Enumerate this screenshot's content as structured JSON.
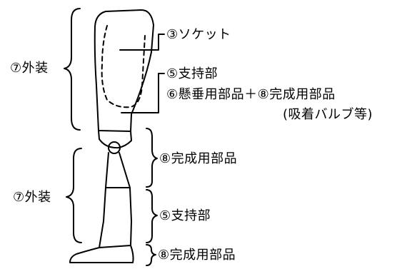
{
  "labels": {
    "socket": "③ソケット",
    "support_upper": "⑤支持部",
    "suspension": "⑥懸垂用部品＋⑧完成用部品",
    "suction_valve": "(吸着バルブ等)",
    "cover_upper": "⑦外装",
    "finishing_knee": "⑧完成用部品",
    "cover_lower": "⑦外装",
    "support_lower": "⑤支持部",
    "finishing_foot": "⑧完成用部品"
  },
  "colors": {
    "stroke": "#000000",
    "background": "#ffffff"
  }
}
